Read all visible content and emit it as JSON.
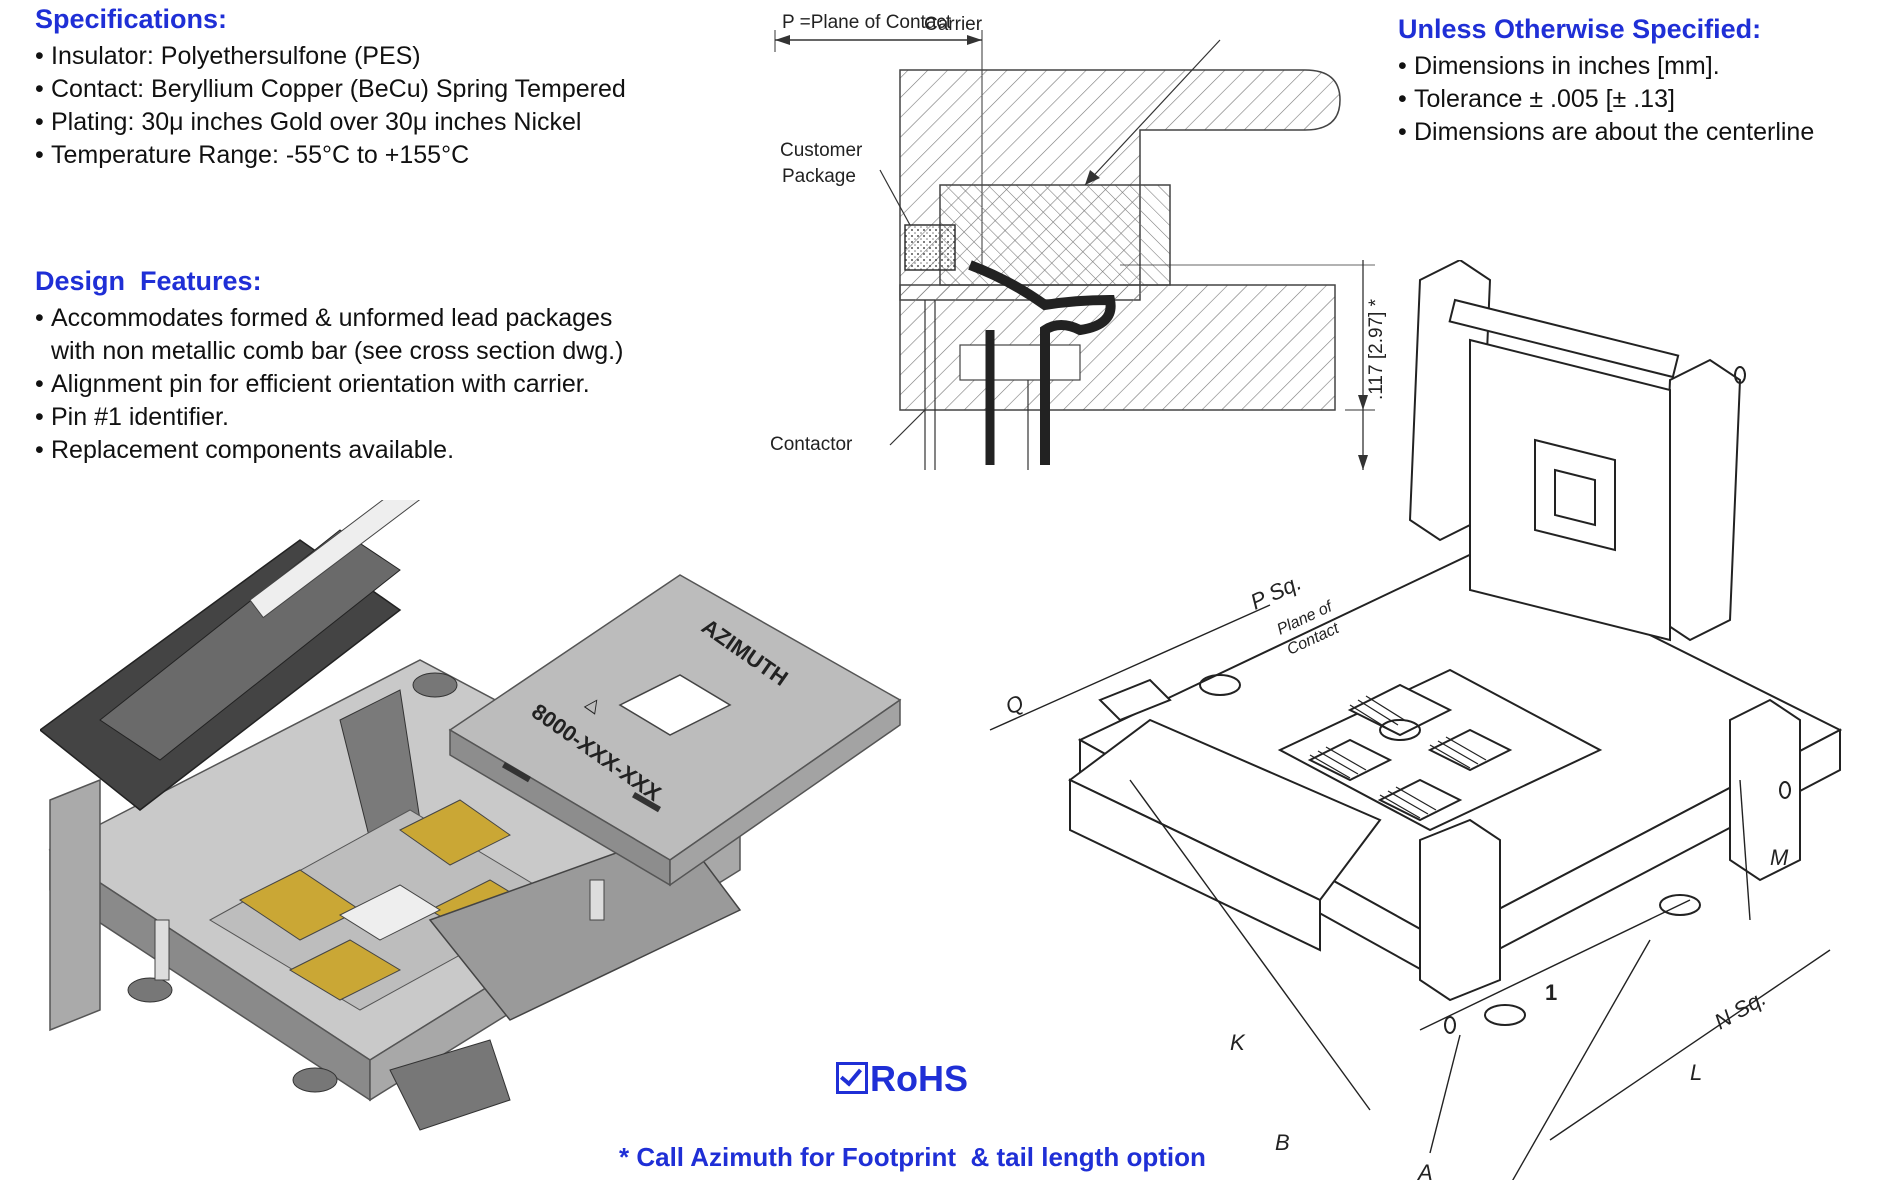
{
  "specifications": {
    "heading": "Specifications:",
    "items": [
      "Insulator: Polyethersulfone (PES)",
      "Contact: Beryllium Copper (BeCu) Spring Tempered",
      "Plating: 30μ inches Gold over 30μ inches Nickel",
      "Temperature Range: -55°C to +155°C"
    ]
  },
  "design_features": {
    "heading": "Design  Features:",
    "items": [
      {
        "line1": "Accommodates formed & unformed lead packages",
        "line2": "with non metallic comb bar (see cross section dwg.)"
      },
      {
        "line1": "Alignment pin for efficient orientation with carrier.",
        "line2": ""
      },
      {
        "line1": "Pin #1 identifier.",
        "line2": ""
      },
      {
        "line1": "Replacement components available.",
        "line2": ""
      }
    ]
  },
  "unless_specified": {
    "heading": "Unless Otherwise Specified:",
    "items": [
      "Dimensions in inches [mm].",
      "Tolerance ± .005 [± .13]",
      "Dimensions are about the centerline"
    ]
  },
  "cross_section": {
    "plane_label": "P =Plane of Contact",
    "carrier_label": "Carrier",
    "customer_label_1": "Customer",
    "customer_label_2": "Package",
    "contactor_label": "Contactor",
    "dimension_label": ".117 [2.97] *"
  },
  "carrier_render": {
    "brand": "AZIMUTH",
    "part_number": "8000-XXX-XXX",
    "triangle": "△"
  },
  "iso_drawing": {
    "label_p": "P Sq.",
    "label_plane_1": "Plane of",
    "label_plane_2": "Contact",
    "label_q": "Q",
    "label_m": "M",
    "label_n": "N Sq.",
    "label_l": "L",
    "label_k": "K",
    "label_b": "B",
    "label_a": "A",
    "label_1": "1"
  },
  "rohs": "RoHS",
  "footnote": "* Call Azimuth for Footprint  & tail length option"
}
